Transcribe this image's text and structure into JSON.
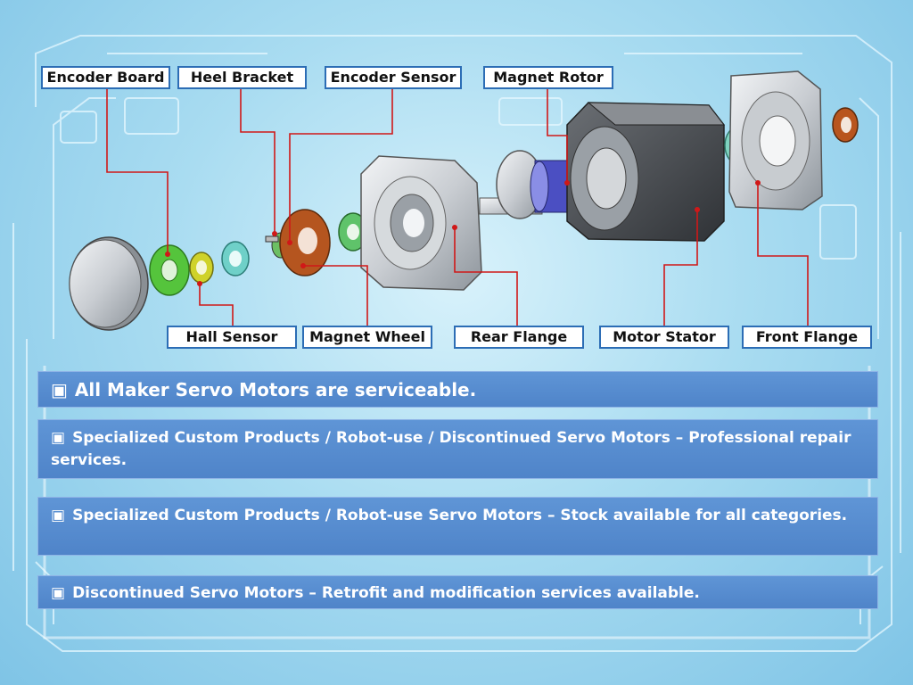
{
  "labels": {
    "encoder_board": "Encoder Board",
    "heel_bracket": "Heel Bracket",
    "encoder_sensor": "Encoder Sensor",
    "magnet_rotor": "Magnet Rotor",
    "hall_sensor": "Hall Sensor",
    "magnet_wheel": "Magnet Wheel",
    "rear_flange": "Rear Flange",
    "motor_stator": "Motor Stator",
    "front_flange": "Front Flange"
  },
  "bullet": "▣",
  "panels": {
    "p1": "All Maker Servo Motors are serviceable.",
    "p2": "Specialized Custom Products / Robot-use / Discontinued Servo Motors – Professional repair services.",
    "p3": "Specialized Custom Products / Robot-use Servo Motors – Stock available for all categories.",
    "p4": "Discontinued Servo Motors – Retrofit and modification services available."
  },
  "colors": {
    "leader_line": "#d01818",
    "label_border": "#2c6db5",
    "panel_fill": "#5589cf",
    "rotor_shaft": "#4b4fc2",
    "magnet_wheel": "#b5551f",
    "encoder_board": "#55c43c",
    "hall_sensor": "#cfd22a",
    "bearing": "#6fd0c8"
  }
}
